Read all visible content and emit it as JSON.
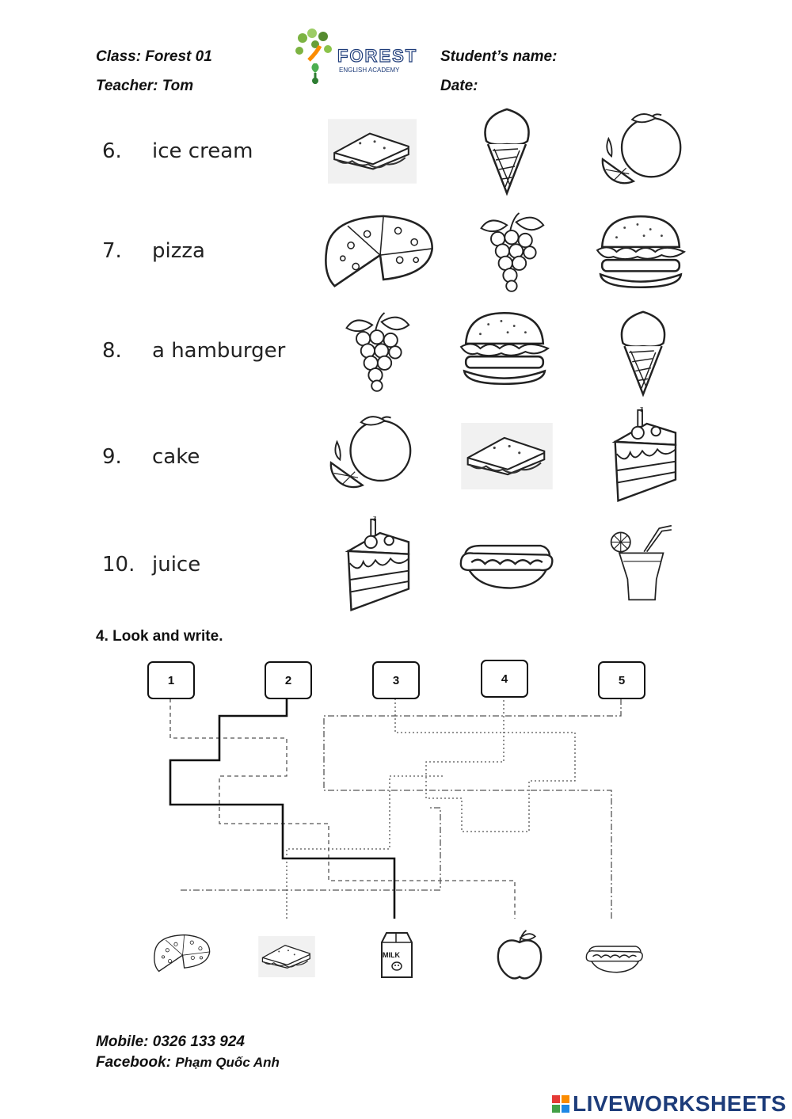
{
  "header": {
    "class_label": "Class: Forest 01",
    "teacher_label": "Teacher:  Tom",
    "student_label": "Student’s name:",
    "date_label": "Date:",
    "logo_name": "FOREST",
    "logo_sub": "ENGLISH ACADEMY"
  },
  "items": [
    {
      "num": "6.",
      "word": "ice cream",
      "pictures": [
        "sandwich-icon",
        "ice-cream-icon",
        "orange-icon"
      ]
    },
    {
      "num": "7.",
      "word": "pizza",
      "pictures": [
        "pizza-icon",
        "grapes-icon",
        "hamburger-icon"
      ]
    },
    {
      "num": "8.",
      "word": "a hamburger",
      "pictures": [
        "grapes-icon",
        "hamburger-icon",
        "ice-cream-icon"
      ]
    },
    {
      "num": "9.",
      "word": "cake",
      "pictures": [
        "orange-icon",
        "sandwich-icon",
        "cake-icon"
      ]
    },
    {
      "num": "10.",
      "word": "juice",
      "pictures": [
        "cake-icon",
        "hotdog-icon",
        "juice-icon"
      ]
    }
  ],
  "section4": {
    "title": "4. Look and write.",
    "boxes": [
      "1",
      "2",
      "3",
      "4",
      "5"
    ],
    "bottom_pictures": [
      "pizza-icon",
      "sandwich-icon",
      "milk-icon",
      "apple-icon",
      "hotdog-icon"
    ],
    "milk_label": "MILK"
  },
  "footer": {
    "mobile": "Mobile: 0326 133 924",
    "facebook_prefix": "Facebook: ",
    "facebook_name": "Phạm Quốc Anh",
    "brand": "LIVEWORKSHEETS",
    "brand_colors": [
      "#e53935",
      "#fb8c00",
      "#43a047",
      "#1e88e5"
    ],
    "brand_text_color": "#1d3c7a"
  }
}
